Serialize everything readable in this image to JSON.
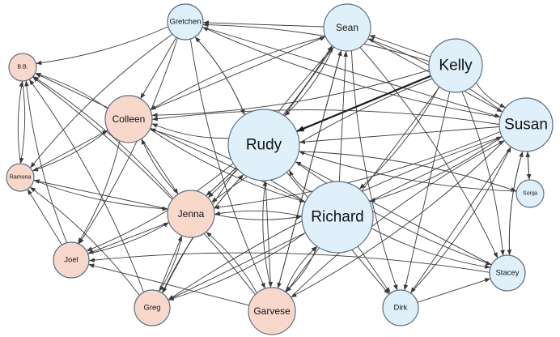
{
  "diagram": {
    "type": "directed-network",
    "colors": {
      "female": "#f9d8cc",
      "male": "#dff0fa",
      "node_stroke": "#5d6f82",
      "edge": "#3a3a3a"
    },
    "nodes": [
      {
        "id": "gretchen",
        "label": "Gretchen",
        "group": "male",
        "size": "small"
      },
      {
        "id": "sean",
        "label": "Sean",
        "group": "male",
        "size": "medium"
      },
      {
        "id": "kelly",
        "label": "Kelly",
        "group": "male",
        "size": "large"
      },
      {
        "id": "susan",
        "label": "Susan",
        "group": "male",
        "size": "large"
      },
      {
        "id": "rudy",
        "label": "Rudy",
        "group": "male",
        "size": "xlarge"
      },
      {
        "id": "richard",
        "label": "Richard",
        "group": "male",
        "size": "xlarge"
      },
      {
        "id": "sonja",
        "label": "Sonja",
        "group": "male",
        "size": "tiny"
      },
      {
        "id": "stacey",
        "label": "Stacey",
        "group": "male",
        "size": "small"
      },
      {
        "id": "dirk",
        "label": "Dirk",
        "group": "male",
        "size": "small"
      },
      {
        "id": "bb",
        "label": "B.B.",
        "group": "female",
        "size": "tiny"
      },
      {
        "id": "colleen",
        "label": "Colleen",
        "group": "female",
        "size": "medium"
      },
      {
        "id": "ramona",
        "label": "Ramona",
        "group": "female",
        "size": "tiny"
      },
      {
        "id": "jenna",
        "label": "Jenna",
        "group": "female",
        "size": "medium"
      },
      {
        "id": "joel",
        "label": "Joel",
        "group": "female",
        "size": "small"
      },
      {
        "id": "greg",
        "label": "Greg",
        "group": "female",
        "size": "small"
      },
      {
        "id": "garvese",
        "label": "Garvese",
        "group": "female",
        "size": "medium"
      }
    ],
    "edges": [
      [
        "gretchen",
        "bb"
      ],
      [
        "gretchen",
        "colleen"
      ],
      [
        "gretchen",
        "ramona"
      ],
      [
        "gretchen",
        "rudy"
      ],
      [
        "gretchen",
        "susan"
      ],
      [
        "gretchen",
        "garvese"
      ],
      [
        "gretchen",
        "joel"
      ],
      [
        "sean",
        "gretchen"
      ],
      [
        "sean",
        "colleen"
      ],
      [
        "sean",
        "rudy"
      ],
      [
        "sean",
        "susan"
      ],
      [
        "sean",
        "dirk"
      ],
      [
        "sean",
        "stacey"
      ],
      [
        "sean",
        "garvese"
      ],
      [
        "sean",
        "greg"
      ],
      [
        "sean",
        "jenna"
      ],
      [
        "kelly",
        "sean"
      ],
      [
        "kelly",
        "gretchen"
      ],
      [
        "kelly",
        "colleen"
      ],
      [
        "kelly",
        "rudy"
      ],
      [
        "kelly",
        "susan"
      ],
      [
        "kelly",
        "richard"
      ],
      [
        "kelly",
        "dirk"
      ],
      [
        "kelly",
        "jenna"
      ],
      [
        "kelly",
        "stacey"
      ],
      [
        "kelly",
        "garvese"
      ],
      [
        "susan",
        "sean"
      ],
      [
        "susan",
        "gretchen"
      ],
      [
        "susan",
        "rudy"
      ],
      [
        "susan",
        "colleen"
      ],
      [
        "susan",
        "richard"
      ],
      [
        "susan",
        "dirk"
      ],
      [
        "susan",
        "greg"
      ],
      [
        "susan",
        "garvese"
      ],
      [
        "susan",
        "sonja"
      ],
      [
        "susan",
        "stacey"
      ],
      [
        "susan",
        "jenna"
      ],
      [
        "rudy",
        "sean"
      ],
      [
        "rudy",
        "gretchen"
      ],
      [
        "rudy",
        "colleen"
      ],
      [
        "rudy",
        "jenna"
      ],
      [
        "rudy",
        "greg"
      ],
      [
        "rudy",
        "joel"
      ],
      [
        "rudy",
        "garvese"
      ],
      [
        "rudy",
        "stacey"
      ],
      [
        "rudy",
        "sonja"
      ],
      [
        "rudy",
        "dirk"
      ],
      [
        "richard",
        "colleen"
      ],
      [
        "richard",
        "rudy"
      ],
      [
        "richard",
        "sean"
      ],
      [
        "richard",
        "jenna"
      ],
      [
        "richard",
        "greg"
      ],
      [
        "richard",
        "dirk"
      ],
      [
        "richard",
        "stacey"
      ],
      [
        "richard",
        "garvese"
      ],
      [
        "richard",
        "bb"
      ],
      [
        "colleen",
        "bb"
      ],
      [
        "colleen",
        "ramona"
      ],
      [
        "colleen",
        "jenna"
      ],
      [
        "colleen",
        "richard"
      ],
      [
        "colleen",
        "joel"
      ],
      [
        "colleen",
        "sean"
      ],
      [
        "jenna",
        "bb"
      ],
      [
        "jenna",
        "colleen"
      ],
      [
        "jenna",
        "ramona"
      ],
      [
        "jenna",
        "richard"
      ],
      [
        "jenna",
        "greg"
      ],
      [
        "jenna",
        "joel"
      ],
      [
        "jenna",
        "sean"
      ],
      [
        "garvese",
        "rudy"
      ],
      [
        "garvese",
        "sean"
      ],
      [
        "garvese",
        "jenna"
      ],
      [
        "garvese",
        "richard"
      ],
      [
        "garvese",
        "joel"
      ],
      [
        "garvese",
        "bb"
      ],
      [
        "garvese",
        "susan"
      ],
      [
        "greg",
        "jenna"
      ],
      [
        "greg",
        "ramona"
      ],
      [
        "greg",
        "rudy"
      ],
      [
        "greg",
        "susan"
      ],
      [
        "greg",
        "bb"
      ],
      [
        "joel",
        "bb"
      ],
      [
        "joel",
        "ramona"
      ],
      [
        "joel",
        "jenna"
      ],
      [
        "ramona",
        "bb"
      ],
      [
        "ramona",
        "colleen"
      ],
      [
        "ramona",
        "jenna"
      ],
      [
        "bb",
        "ramona"
      ],
      [
        "dirk",
        "stacey"
      ],
      [
        "dirk",
        "susan"
      ],
      [
        "stacey",
        "susan"
      ],
      [
        "stacey",
        "rudy"
      ],
      [
        "stacey",
        "joel"
      ],
      [
        "sonja",
        "rudy"
      ],
      [
        "sonja",
        "susan"
      ]
    ],
    "strong_edges": [
      [
        "kelly",
        "rudy"
      ]
    ]
  }
}
